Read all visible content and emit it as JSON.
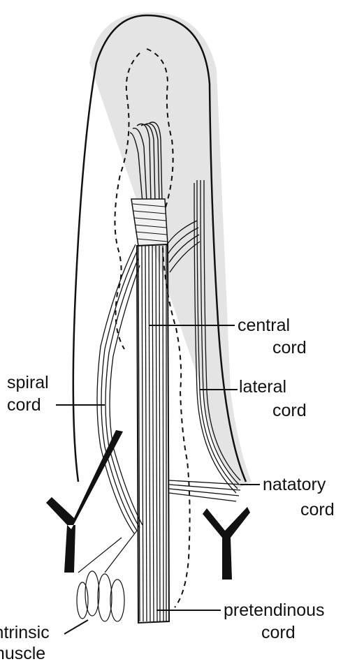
{
  "labels": {
    "central_cord": [
      "central",
      "cord"
    ],
    "lateral_cord": [
      "lateral",
      "cord"
    ],
    "spiral_cord": [
      "spiral",
      "cord"
    ],
    "natatory_cord": [
      "natatory",
      "cord"
    ],
    "pretendinous_cord": [
      "pretendinous",
      "cord"
    ],
    "intrinsic_muscle": [
      "intrinsic",
      "muscle"
    ]
  },
  "colors": {
    "ink": "#111111",
    "paper": "#ffffff",
    "shade": "#cfcfcf"
  }
}
